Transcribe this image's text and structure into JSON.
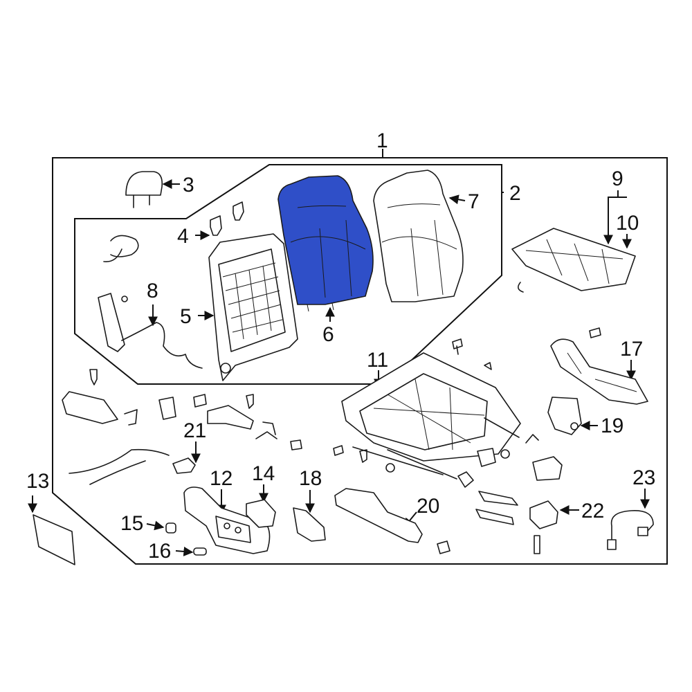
{
  "highlight_color": "#2f4fc8",
  "callouts": {
    "c1": "1",
    "c2": "2",
    "c3": "3",
    "c4": "4",
    "c5": "5",
    "c6": "6",
    "c7": "7",
    "c8": "8",
    "c9": "9",
    "c10": "10",
    "c11": "11",
    "c12": "12",
    "c13": "13",
    "c14": "14",
    "c15": "15",
    "c16": "16",
    "c17": "17",
    "c18": "18",
    "c19": "19",
    "c20": "20",
    "c21": "21",
    "c22": "22",
    "c23": "23"
  },
  "highlighted_part": "6"
}
